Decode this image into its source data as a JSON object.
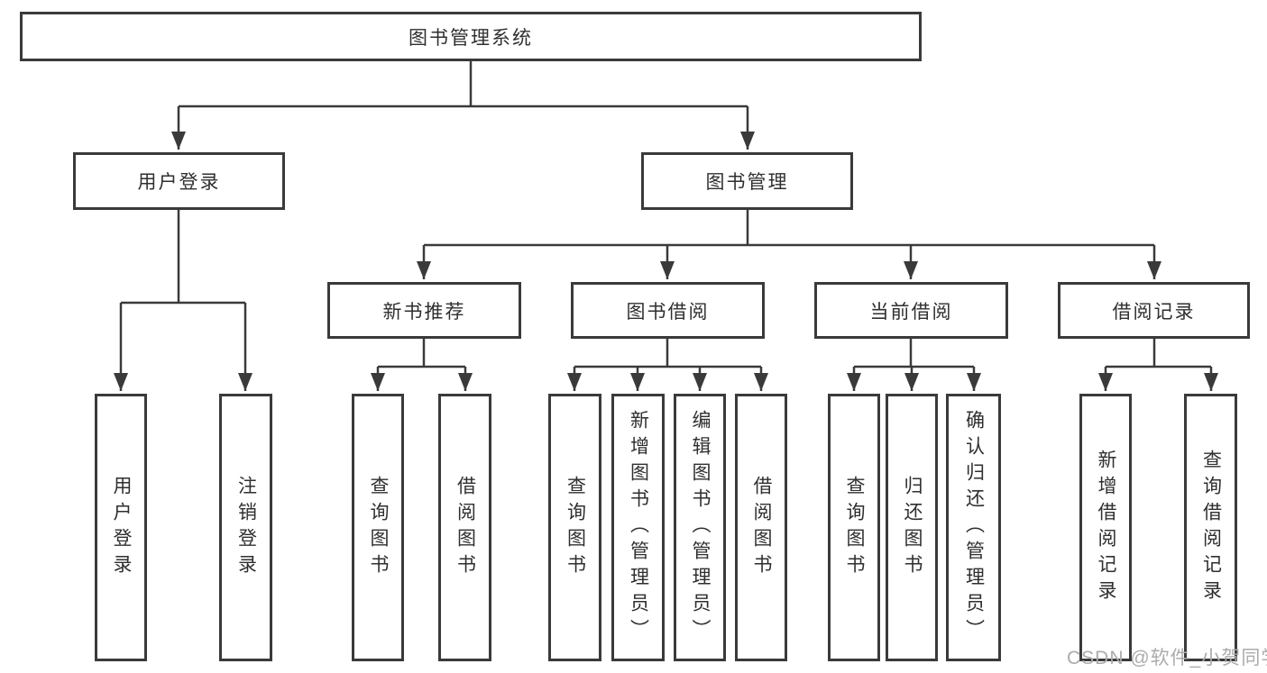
{
  "tree": {
    "root": "图书管理系统",
    "level2": [
      "用户登录",
      "图书管理"
    ],
    "level3": [
      "新书推荐",
      "图书借阅",
      "当前借阅",
      "借阅记录"
    ],
    "leaves": {
      "user": [
        "用户登录",
        "注销登录"
      ],
      "recommend": [
        "查询图书",
        "借阅图书"
      ],
      "borrowing": [
        "查询图书",
        "新增图书（管理员）",
        "编辑图书（管理员）",
        "借阅图书"
      ],
      "current": [
        "查询图书",
        "归还图书",
        "确认归还（管理员）"
      ],
      "records": [
        "新增借阅记录",
        "查询借阅记录"
      ]
    }
  },
  "colors": {
    "line": "#3a3a3a",
    "box_border": "#3a3a3a",
    "box_fill": "#ffffff",
    "text": "#2f2f2f",
    "watermark": "#ababab"
  },
  "watermark": "CSDN @软件_小贺同学"
}
